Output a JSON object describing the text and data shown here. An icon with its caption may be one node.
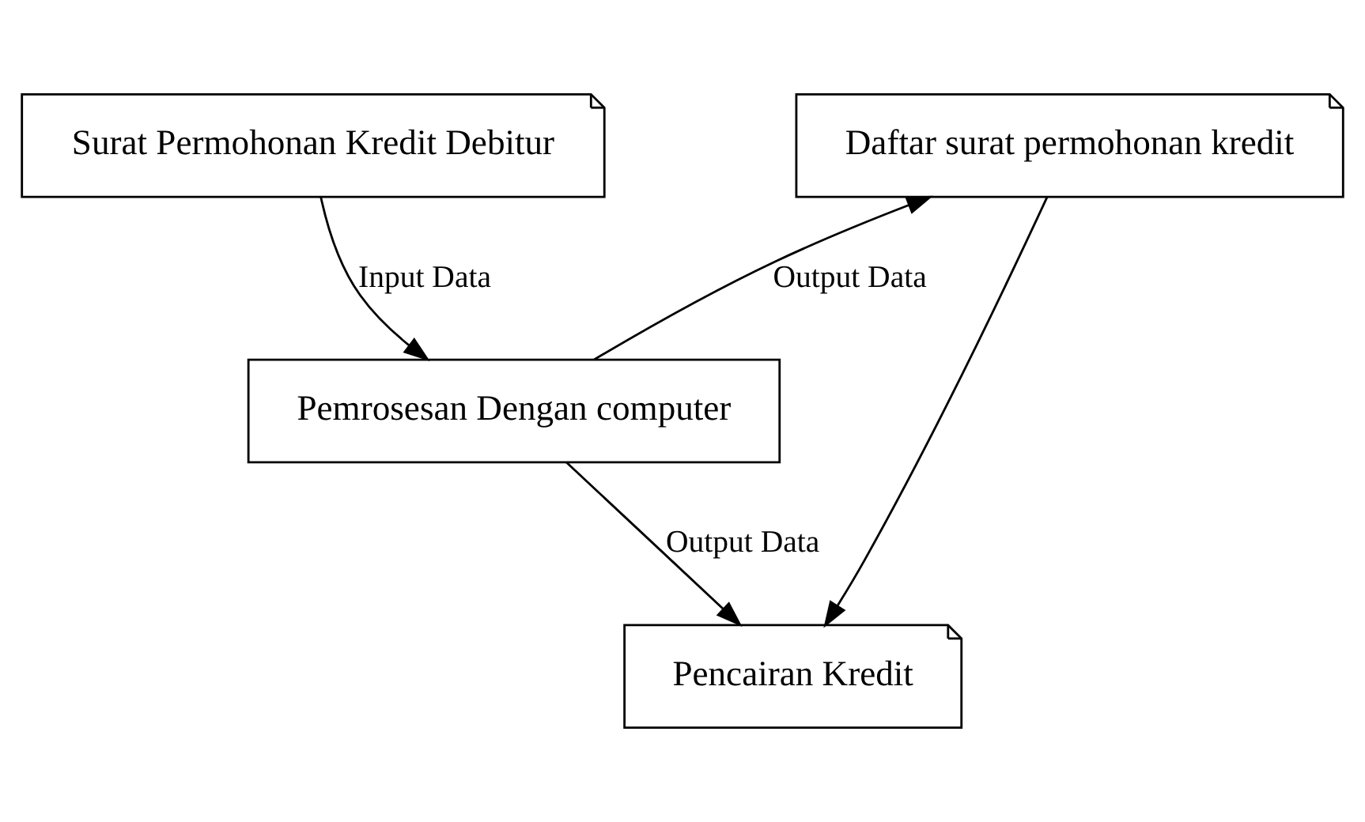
{
  "diagram": {
    "nodes": [
      {
        "text": [
          "Surat Permohonan Kredit Debitur"
        ]
      },
      {
        "text": [
          "Daftar surat permohonan kredit"
        ]
      },
      {
        "text": [
          "Pemrosesan Dengan computer"
        ]
      },
      {
        "text": [
          "Pencairan Kredit"
        ]
      }
    ],
    "edges": [
      {
        "from": 0,
        "to": 2,
        "arrow": "to",
        "label": "Input Data"
      },
      {
        "from": 2,
        "to": 1,
        "arrow": "to",
        "label": "Output Data"
      },
      {
        "from": 2,
        "to": 3,
        "arrow": "to",
        "label": "Output Data"
      },
      {
        "from": 1,
        "to": 3,
        "arrow": "to"
      }
    ]
  }
}
